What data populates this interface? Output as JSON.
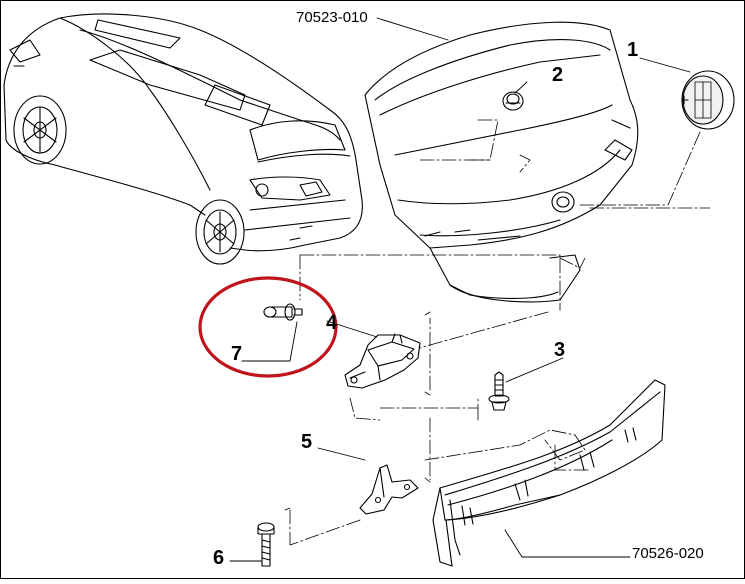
{
  "diagram": {
    "part_codes": [
      "70523-010",
      "70526-020"
    ],
    "callouts": [
      "1",
      "2",
      "3",
      "4",
      "5",
      "6",
      "7"
    ],
    "colors": {
      "line": "#000000",
      "highlight": "#c0141c",
      "background": "#ffffff"
    }
  }
}
